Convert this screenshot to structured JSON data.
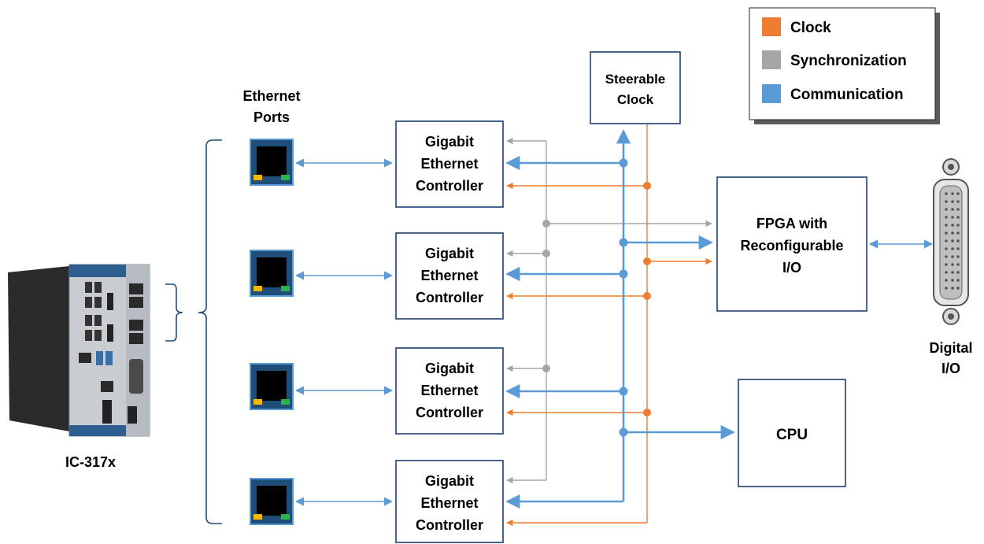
{
  "device": {
    "label": "IC-317x"
  },
  "ports": {
    "heading_line1": "Ethernet",
    "heading_line2": "Ports"
  },
  "controllers": [
    {
      "line1": "Gigabit",
      "line2": "Ethernet",
      "line3": "Controller"
    },
    {
      "line1": "Gigabit",
      "line2": "Ethernet",
      "line3": "Controller"
    },
    {
      "line1": "Gigabit",
      "line2": "Ethernet",
      "line3": "Controller"
    },
    {
      "line1": "Gigabit",
      "line2": "Ethernet",
      "line3": "Controller"
    }
  ],
  "steerable_clock": {
    "line1": "Steerable",
    "line2": "Clock"
  },
  "fpga": {
    "line1": "FPGA with",
    "line2": "Reconfigurable",
    "line3": "I/O"
  },
  "cpu": {
    "label": "CPU"
  },
  "digital_io": {
    "line1": "Digital",
    "line2": "I/O"
  },
  "legend": {
    "items": [
      {
        "label": "Clock",
        "color": "#ed7d31"
      },
      {
        "label": "Synchronization",
        "color": "#a6a6a6"
      },
      {
        "label": "Communication",
        "color": "#5b9bd5"
      }
    ]
  },
  "colors": {
    "clock": "#ed7d31",
    "synchronization": "#a6a6a6",
    "communication": "#5b9bd5",
    "box_border": "#1e3f70",
    "port_frame": "#1f4e79"
  }
}
